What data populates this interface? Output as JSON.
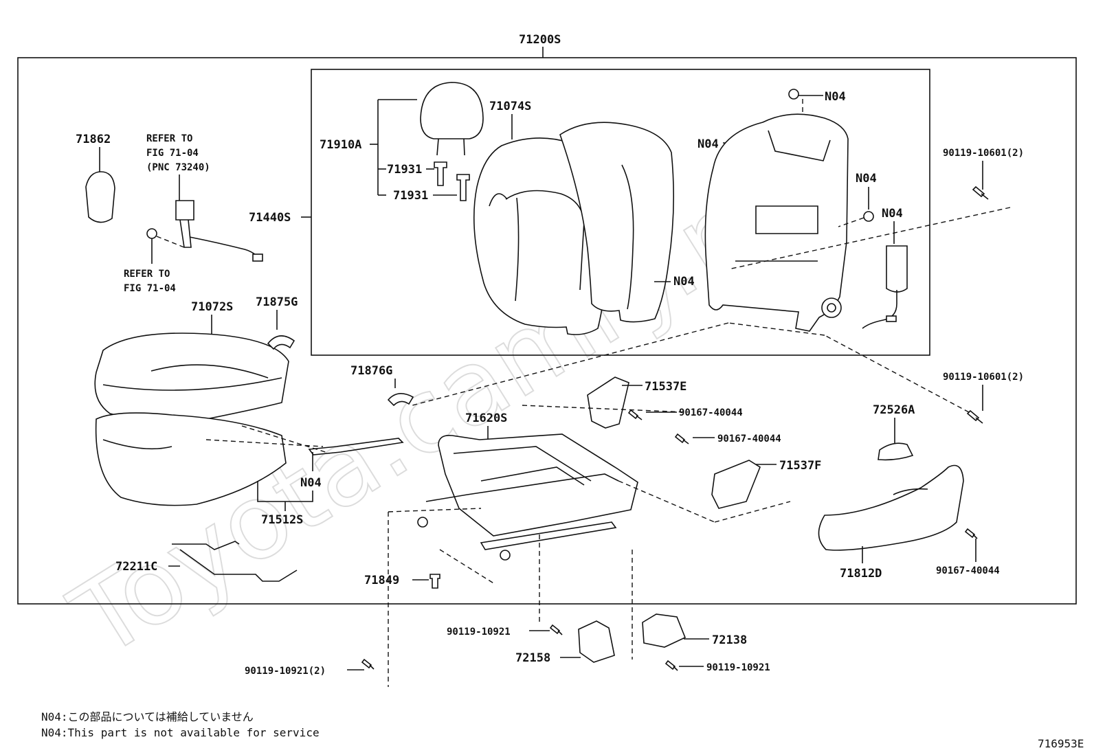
{
  "watermark": "Toyota.camry.ru",
  "assembly": "71200S",
  "callouts": {
    "c71862": "71862",
    "refer1_l1": "REFER TO",
    "refer1_l2": "FIG 71-04",
    "refer1_l3": "(PNC 73240)",
    "refer2_l1": "REFER TO",
    "refer2_l2": "FIG 71-04",
    "c71910A": "71910A",
    "c71931a": "71931",
    "c71931b": "71931",
    "c71074S": "71074S",
    "c71440S": "71440S",
    "n04_top": "N04",
    "n04_frame": "N04",
    "n04_mid": "N04",
    "n04_airbag": "N04",
    "n04_back": "N04",
    "n04_wire": "N04",
    "bolt_upper": "90119-10601(2)",
    "bolt_lower": "90119-10601(2)",
    "c71072S": "71072S",
    "c71875G": "71875G",
    "c71876G": "71876G",
    "c71537E": "71537E",
    "c90167_a": "90167-40044",
    "c90167_b": "90167-40044",
    "c90167_c": "90167-40044",
    "c71537F": "71537F",
    "c72526A": "72526A",
    "c71620S": "71620S",
    "c71512S": "71512S",
    "c72211C": "72211C",
    "c71849": "71849",
    "c71812D": "71812D",
    "c90119_921a": "90119-10921",
    "c90119_921b": "90119-10921",
    "c90119_921c": "90119-10921(2)",
    "c72158": "72158",
    "c72138": "72138"
  },
  "notes": {
    "jp": "N04:この部品については補給していません",
    "en": "N04:This part is not available for service"
  },
  "figure_id": "716953E"
}
